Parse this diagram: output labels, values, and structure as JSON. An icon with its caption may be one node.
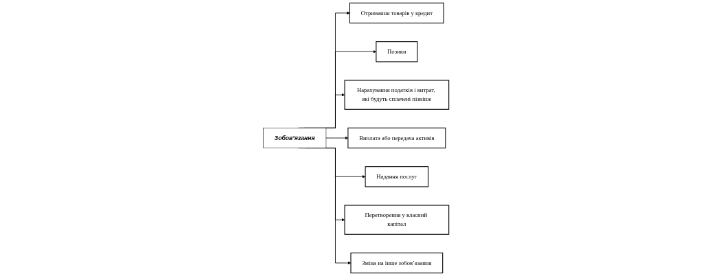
{
  "diagram": {
    "nodes": [
      {
        "text": [
          "Отримання товарів у кредит"
        ]
      },
      {
        "text": [
          "Позики"
        ]
      },
      {
        "text": [
          "Нарахування податків і витрат, які будуть сплачені пізніше"
        ]
      },
      {
        "text": [
          "Зобов’язання"
        ]
      },
      {
        "text": [
          "Виплата або передача активів"
        ]
      },
      {
        "text": [
          "Надання послуг"
        ]
      },
      {
        "text": [
          "Перетворення у власний капітал"
        ]
      },
      {
        "text": [
          "Зміна на інше зобов’язання"
        ]
      }
    ],
    "edges": [
      {
        "from": 3,
        "to": 0,
        "arrow": "to"
      },
      {
        "from": 3,
        "to": 1,
        "arrow": "to"
      },
      {
        "from": 3,
        "to": 2,
        "arrow": "to"
      },
      {
        "from": 3,
        "to": 4,
        "arrow": "to"
      },
      {
        "from": 3,
        "to": 5,
        "arrow": "to"
      },
      {
        "from": 3,
        "to": 6,
        "arrow": "to"
      },
      {
        "from": 3,
        "to": 7,
        "arrow": "to"
      }
    ]
  }
}
